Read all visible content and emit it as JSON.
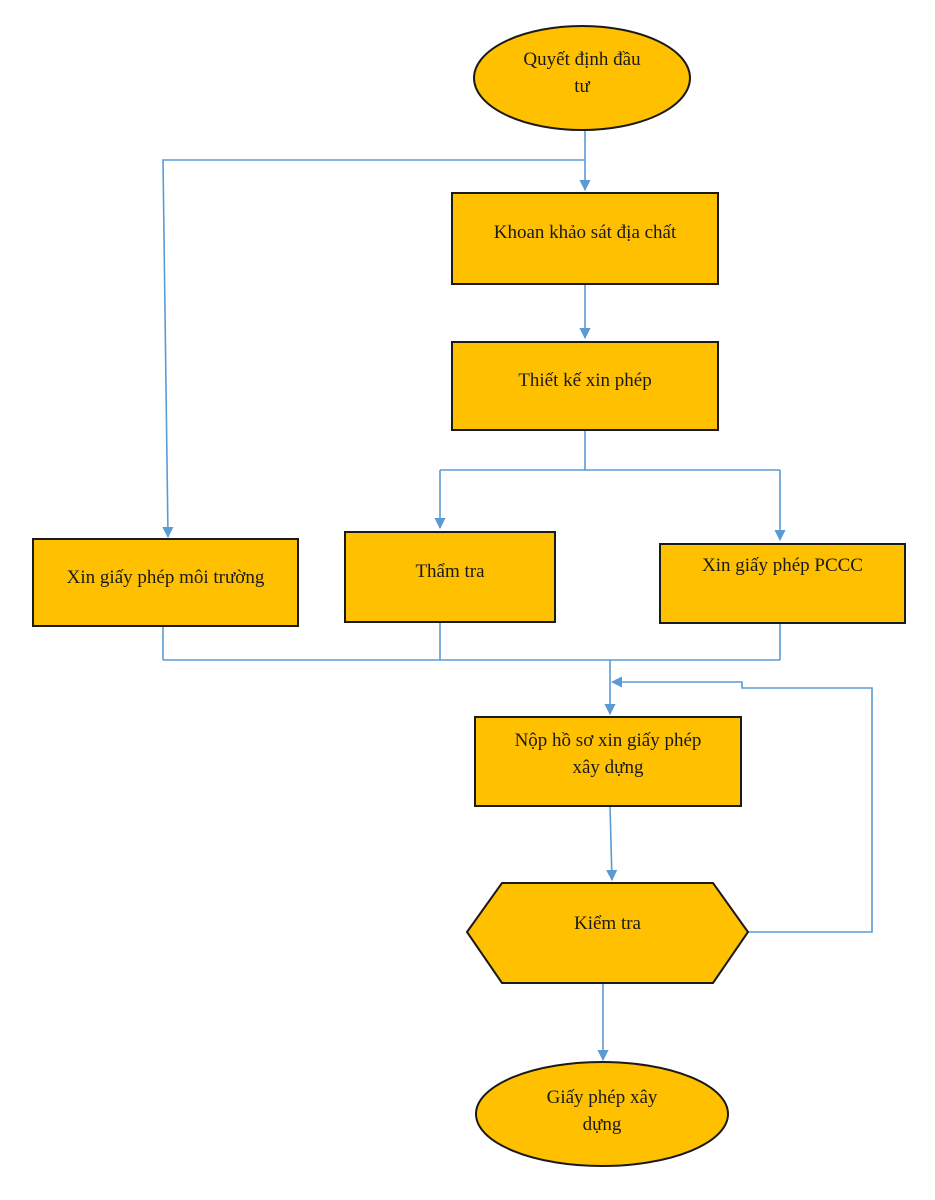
{
  "colors": {
    "fill": "#FFC000",
    "stroke": "#1a1a1a",
    "connector": "#5B9BD5"
  },
  "nodes": {
    "start": "Quyết định đầu\ntư",
    "survey": "Khoan khảo sát địa chất",
    "design": "Thiết kế xin phép",
    "env_permit": "Xin giấy phép môi trường",
    "appraisal": "Thẩm tra",
    "fire_permit": "Xin giấy phép PCCC",
    "submit": "Nộp hồ sơ xin giấy phép\nxây dựng",
    "check": "Kiểm tra",
    "end": "Giấy phép xây\ndựng"
  }
}
